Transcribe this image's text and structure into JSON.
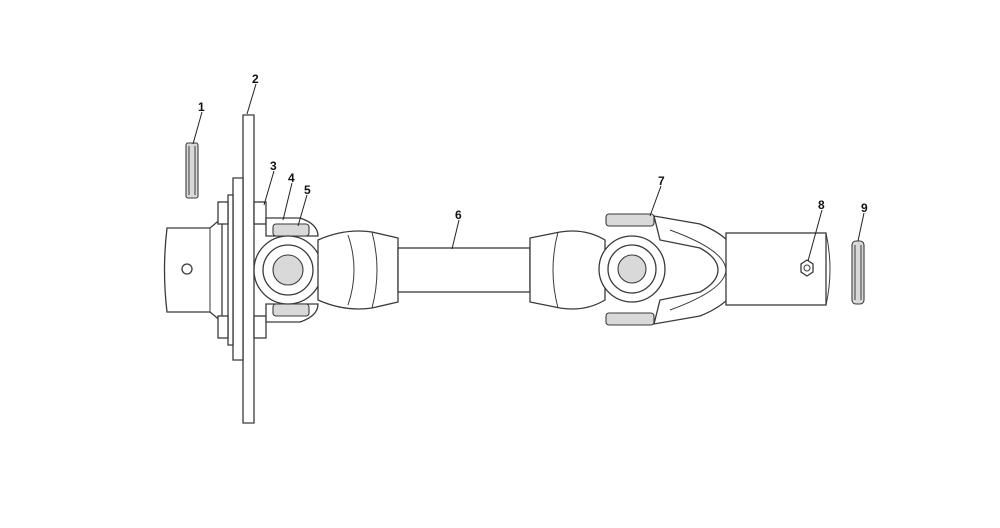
{
  "callouts": {
    "c1": "1",
    "c2": "2",
    "c3": "3",
    "c4": "4",
    "c5": "5",
    "c6": "6",
    "c7": "7",
    "c8": "8",
    "c9": "9"
  },
  "colors": {
    "line": "#3a3a3a",
    "shade": "#d9d9d9",
    "background": "#ffffff"
  }
}
